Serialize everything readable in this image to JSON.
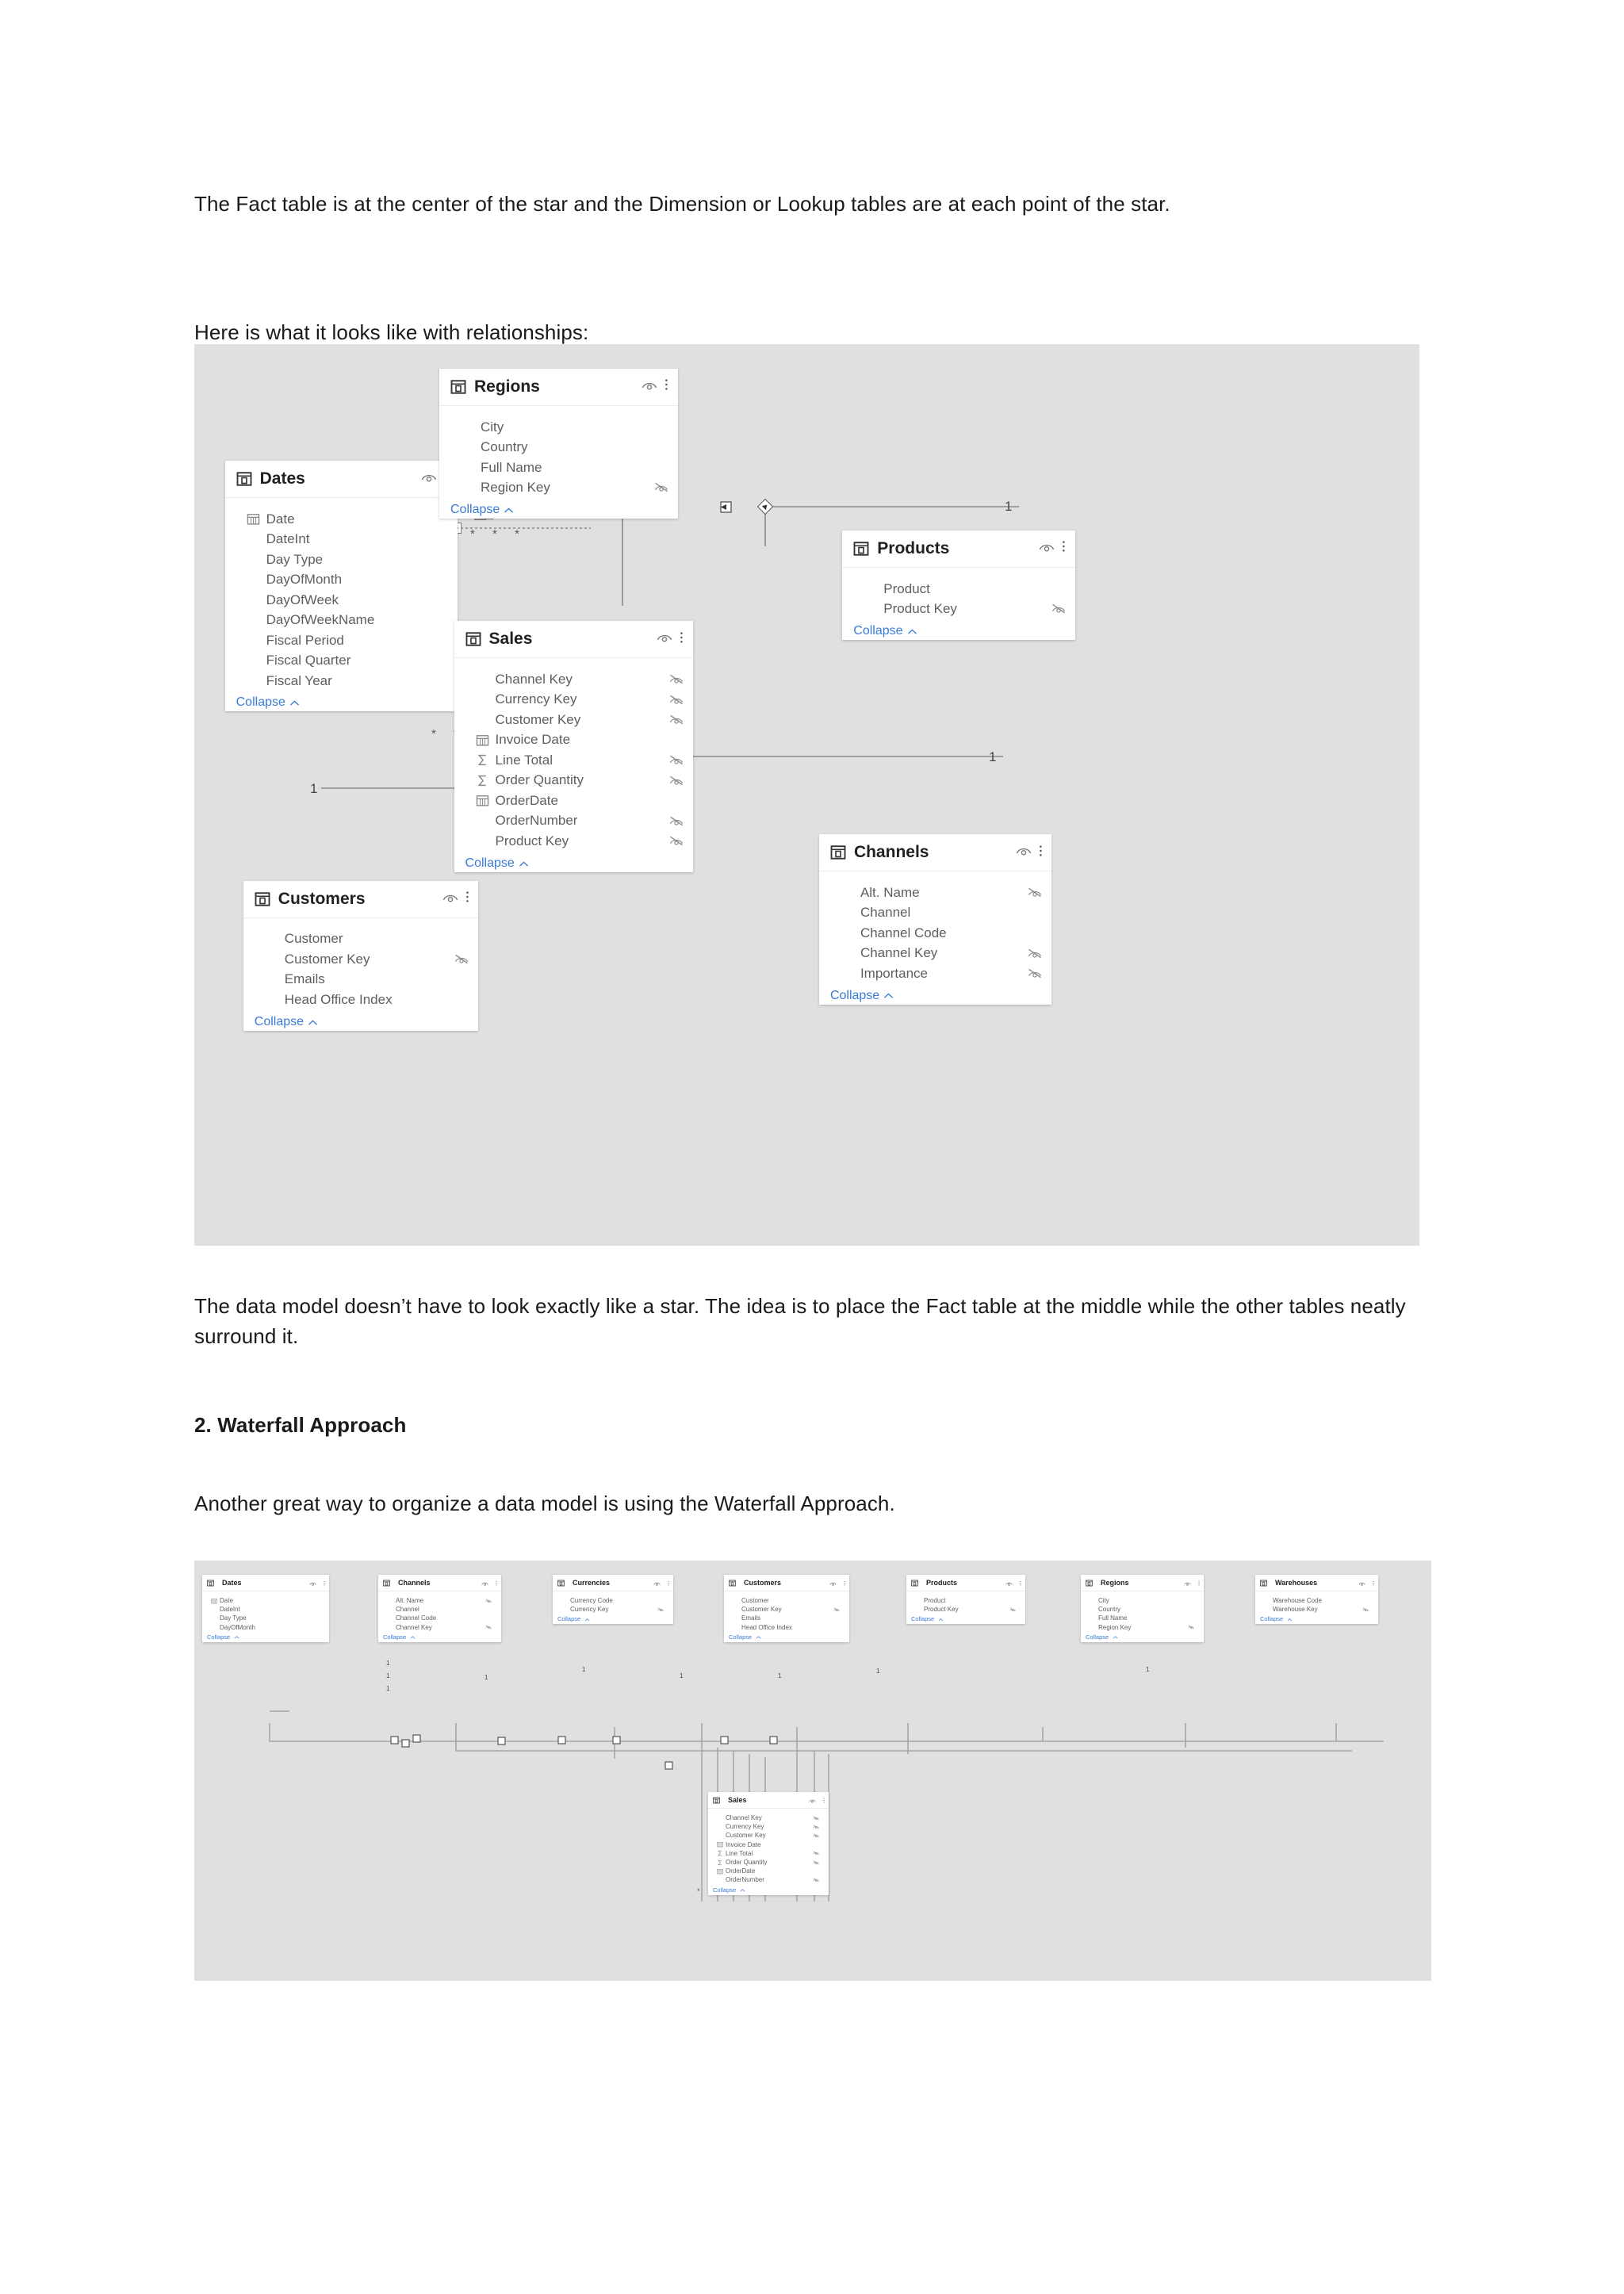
{
  "document": {
    "paragraphs": [
      {
        "id": "p1",
        "text": "The Fact table is at the center of the star and the Dimension or Lookup tables are at each point of the star.",
        "bold": false
      },
      {
        "id": "p2",
        "text": "Here is what it looks like with relationships:",
        "bold": false
      },
      {
        "id": "p3",
        "text": "The data model doesn’t have to look exactly like a star. The idea is to place the Fact table at the middle while the other tables neatly surround it.",
        "bold": false
      },
      {
        "id": "p4",
        "text": "2. Waterfall Approach",
        "bold": true
      },
      {
        "id": "p5",
        "text": "Another great way to organize a data model is using the Waterfall Approach.",
        "bold": false
      }
    ]
  },
  "common": {
    "collapse_label": "Collapse",
    "table_icon_name": "table-icon",
    "eye_icon_name": "eye-visibility-icon",
    "kebab_icon_name": "more-options-icon",
    "hidden_icon_name": "hidden-eye-slash-icon",
    "calendar_icon_name": "calendar-date-icon",
    "sigma_icon_name": "sigma-sum-icon",
    "accent_link_color": "#3a7bd5",
    "canvas_color": "#e0e0e0",
    "card_color": "#ffffff",
    "field_text_color": "#605e5c",
    "cardinality_one": "1",
    "cardinality_many": "*"
  },
  "star_diagram": {
    "name": "star-schema-model-view",
    "tables": [
      {
        "name": "Dates",
        "fields": [
          {
            "label": "Date",
            "icon": "calendar",
            "hidden": false
          },
          {
            "label": "DateInt",
            "icon": "none",
            "hidden": false
          },
          {
            "label": "Day Type",
            "icon": "none",
            "hidden": false
          },
          {
            "label": "DayOfMonth",
            "icon": "none",
            "hidden": false
          },
          {
            "label": "DayOfWeek",
            "icon": "none",
            "hidden": false
          },
          {
            "label": "DayOfWeekName",
            "icon": "none",
            "hidden": false
          },
          {
            "label": "Fiscal Period",
            "icon": "none",
            "hidden": false
          },
          {
            "label": "Fiscal Quarter",
            "icon": "none",
            "hidden": false
          },
          {
            "label": "Fiscal Year",
            "icon": "none",
            "hidden": false
          }
        ]
      },
      {
        "name": "Regions",
        "fields": [
          {
            "label": "City",
            "icon": "none",
            "hidden": false
          },
          {
            "label": "Country",
            "icon": "none",
            "hidden": false
          },
          {
            "label": "Full Name",
            "icon": "none",
            "hidden": false
          },
          {
            "label": "Region Key",
            "icon": "none",
            "hidden": true
          }
        ]
      },
      {
        "name": "Products",
        "fields": [
          {
            "label": "Product",
            "icon": "none",
            "hidden": false
          },
          {
            "label": "Product Key",
            "icon": "none",
            "hidden": true
          }
        ]
      },
      {
        "name": "Sales",
        "fields": [
          {
            "label": "Channel Key",
            "icon": "none",
            "hidden": true
          },
          {
            "label": "Currency Key",
            "icon": "none",
            "hidden": true
          },
          {
            "label": "Customer Key",
            "icon": "none",
            "hidden": true
          },
          {
            "label": "Invoice Date",
            "icon": "calendar",
            "hidden": false
          },
          {
            "label": "Line Total",
            "icon": "sigma",
            "hidden": true
          },
          {
            "label": "Order Quantity",
            "icon": "sigma",
            "hidden": true
          },
          {
            "label": "OrderDate",
            "icon": "calendar",
            "hidden": false
          },
          {
            "label": "OrderNumber",
            "icon": "none",
            "hidden": true
          },
          {
            "label": "Product Key",
            "icon": "none",
            "hidden": true
          }
        ]
      },
      {
        "name": "Channels",
        "fields": [
          {
            "label": "Alt. Name",
            "icon": "none",
            "hidden": true
          },
          {
            "label": "Channel",
            "icon": "none",
            "hidden": false
          },
          {
            "label": "Channel Code",
            "icon": "none",
            "hidden": false
          },
          {
            "label": "Channel Key",
            "icon": "none",
            "hidden": true
          },
          {
            "label": "Importance",
            "icon": "none",
            "hidden": true
          }
        ]
      },
      {
        "name": "Customers",
        "fields": [
          {
            "label": "Customer",
            "icon": "none",
            "hidden": false
          },
          {
            "label": "Customer Key",
            "icon": "none",
            "hidden": true
          },
          {
            "label": "Emails",
            "icon": "none",
            "hidden": false
          },
          {
            "label": "Head Office Index",
            "icon": "none",
            "hidden": false
          }
        ]
      }
    ],
    "cardinality_labels": [
      "1",
      "1",
      "1",
      "1",
      "1",
      "1",
      "*",
      "*",
      "*",
      "*",
      "*"
    ]
  },
  "waterfall_diagram": {
    "name": "waterfall-schema-model-view",
    "tables": [
      {
        "name": "Dates",
        "fields": [
          {
            "label": "Date",
            "icon": "calendar",
            "hidden": false
          },
          {
            "label": "DateInt",
            "icon": "none",
            "hidden": false
          },
          {
            "label": "Day Type",
            "icon": "none",
            "hidden": false
          },
          {
            "label": "DayOfMonth",
            "icon": "none",
            "hidden": false
          }
        ]
      },
      {
        "name": "Channels",
        "fields": [
          {
            "label": "Alt. Name",
            "icon": "none",
            "hidden": true
          },
          {
            "label": "Channel",
            "icon": "none",
            "hidden": false
          },
          {
            "label": "Channel Code",
            "icon": "none",
            "hidden": false
          },
          {
            "label": "Channel Key",
            "icon": "none",
            "hidden": true
          }
        ]
      },
      {
        "name": "Currencies",
        "fields": [
          {
            "label": "Currency Code",
            "icon": "none",
            "hidden": false
          },
          {
            "label": "Currency Key",
            "icon": "none",
            "hidden": true
          }
        ]
      },
      {
        "name": "Customers",
        "fields": [
          {
            "label": "Customer",
            "icon": "none",
            "hidden": false
          },
          {
            "label": "Customer Key",
            "icon": "none",
            "hidden": true
          },
          {
            "label": "Emails",
            "icon": "none",
            "hidden": false
          },
          {
            "label": "Head Office Index",
            "icon": "none",
            "hidden": false
          }
        ]
      },
      {
        "name": "Products",
        "fields": [
          {
            "label": "Product",
            "icon": "none",
            "hidden": false
          },
          {
            "label": "Product Key",
            "icon": "none",
            "hidden": true
          }
        ]
      },
      {
        "name": "Regions",
        "fields": [
          {
            "label": "City",
            "icon": "none",
            "hidden": false
          },
          {
            "label": "Country",
            "icon": "none",
            "hidden": false
          },
          {
            "label": "Full Name",
            "icon": "none",
            "hidden": false
          },
          {
            "label": "Region Key",
            "icon": "none",
            "hidden": true
          }
        ]
      },
      {
        "name": "Warehouses",
        "fields": [
          {
            "label": "Warehouse Code",
            "icon": "none",
            "hidden": false
          },
          {
            "label": "Warehouse Key",
            "icon": "none",
            "hidden": true
          }
        ]
      },
      {
        "name": "Sales",
        "fields": [
          {
            "label": "Channel Key",
            "icon": "none",
            "hidden": true
          },
          {
            "label": "Currency Key",
            "icon": "none",
            "hidden": true
          },
          {
            "label": "Customer Key",
            "icon": "none",
            "hidden": true
          },
          {
            "label": "Invoice Date",
            "icon": "calendar",
            "hidden": false
          },
          {
            "label": "Line Total",
            "icon": "sigma",
            "hidden": true
          },
          {
            "label": "Order Quantity",
            "icon": "sigma",
            "hidden": true
          },
          {
            "label": "OrderDate",
            "icon": "calendar",
            "hidden": false
          },
          {
            "label": "OrderNumber",
            "icon": "none",
            "hidden": true
          }
        ]
      }
    ],
    "cardinality_labels": [
      "1",
      "1",
      "1",
      "1",
      "1",
      "1",
      "1",
      "1"
    ]
  }
}
